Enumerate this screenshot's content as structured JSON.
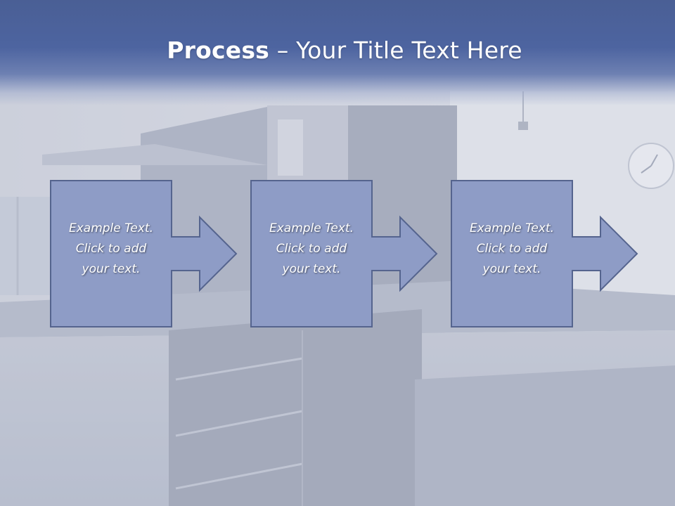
{
  "slide": {
    "title_bold": "Process",
    "title_rest": " – Your Title Text Here",
    "steps": [
      {
        "line1": "Example Text.",
        "line2": "Click  to add",
        "line3": "your text."
      },
      {
        "line1": "Example Text.",
        "line2": "Click  to add",
        "line3": "your text."
      },
      {
        "line1": "Example Text.",
        "line2": "Click  to add",
        "line3": "your text."
      }
    ]
  },
  "colors": {
    "title_band": "#4d64a0",
    "box_fill": "#8e9cc6",
    "box_stroke": "#55648e",
    "text": "#ffffff"
  },
  "icons": {
    "background": "kitchen-photo",
    "step_arrow": "right-arrow-icon"
  }
}
